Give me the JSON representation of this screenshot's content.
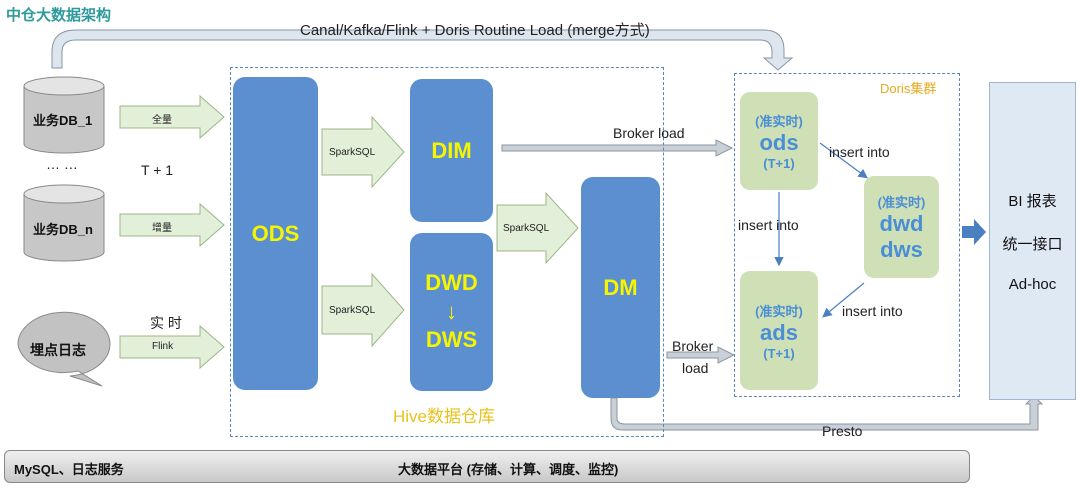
{
  "title": "中仓大数据架构",
  "top_flow_label": "Canal/Kafka/Flink + Doris Routine Load (merge方式)",
  "sources": {
    "db1": "业务DB_1",
    "dbn": "业务DB_n",
    "ellipsis": "… …",
    "log": "埋点日志",
    "t_plus_1": "T + 1",
    "realtime": "实 时"
  },
  "source_arrows": {
    "full": "全量",
    "incr": "增量",
    "flink": "Flink"
  },
  "hive": {
    "label": "Hive数据仓库",
    "ods": "ODS",
    "dim": "DIM",
    "dwd": "DWD",
    "down_arrow": "↓",
    "dws": "DWS",
    "dm": "DM",
    "sparksql": "SparkSQL"
  },
  "links": {
    "broker_load": "Broker load",
    "broker": "Broker",
    "load": "load",
    "insert_into": "insert into",
    "presto": "Presto"
  },
  "doris": {
    "label": "Doris集群",
    "ods": {
      "tag": "(准实时)",
      "name": "ods",
      "sub": "(T+1)"
    },
    "dwd": {
      "tag": "(准实时)",
      "name1": "dwd",
      "name2": "dws"
    },
    "ads": {
      "tag": "(准实时)",
      "name": "ads",
      "sub": "(T+1)"
    }
  },
  "bi": {
    "line1": "BI 报表",
    "line2": "统一接口",
    "line3": "Ad-hoc"
  },
  "platform": {
    "left": "MySQL、日志服务",
    "center": "大数据平台 (存储、计算、调度、监控)"
  },
  "colors": {
    "blue": "#5b8fd0",
    "green": "#cfe0b6",
    "yellow": "#f5f500",
    "dashed": "#5b86b6",
    "arrow_fill": "#e2efd9"
  }
}
